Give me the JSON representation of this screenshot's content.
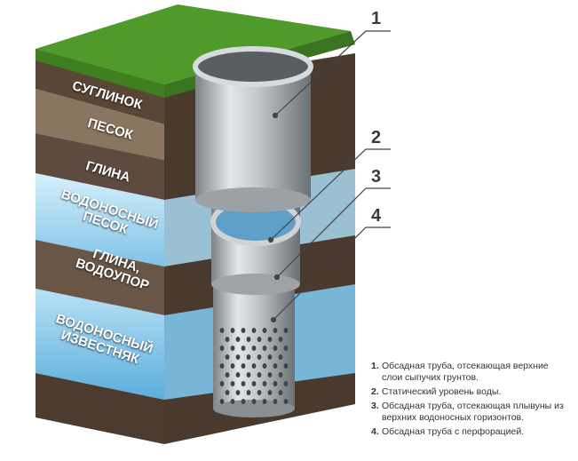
{
  "layers": [
    {
      "name": "СУГЛИНОК"
    },
    {
      "name": "ПЕСОК"
    },
    {
      "name": "ГЛИНА"
    },
    {
      "line1": "ВОДОНОСНЫЙ",
      "line2": "ПЕСОК"
    },
    {
      "line1": "ГЛИНА,",
      "line2": "ВОДОУПОР"
    },
    {
      "line1": "ВОДОНОСНЫЙ",
      "line2": "ИЗВЕСТНЯК"
    }
  ],
  "callouts": [
    "1",
    "2",
    "3",
    "4"
  ],
  "legend": [
    {
      "num": "1.",
      "text": "Обсадная труба, отсекающая верхние слои сыпучих грунтов."
    },
    {
      "num": "2.",
      "text": "Статический уровень воды."
    },
    {
      "num": "3.",
      "text": "Обсадная труба, отсекающая плывуны из верхних водоносных горизонтов."
    },
    {
      "num": "4.",
      "text": "Обсадная труба с перфорацией."
    }
  ],
  "colors": {
    "grass": "#4f9a2a",
    "loam": "#5a4636",
    "sand": "#8a7560",
    "clay": "#5e4a3e",
    "aquifer_water": "#9fd3ef",
    "limestone_water": "#7cc4ea",
    "pipe_steel": "#b8bcc0"
  }
}
